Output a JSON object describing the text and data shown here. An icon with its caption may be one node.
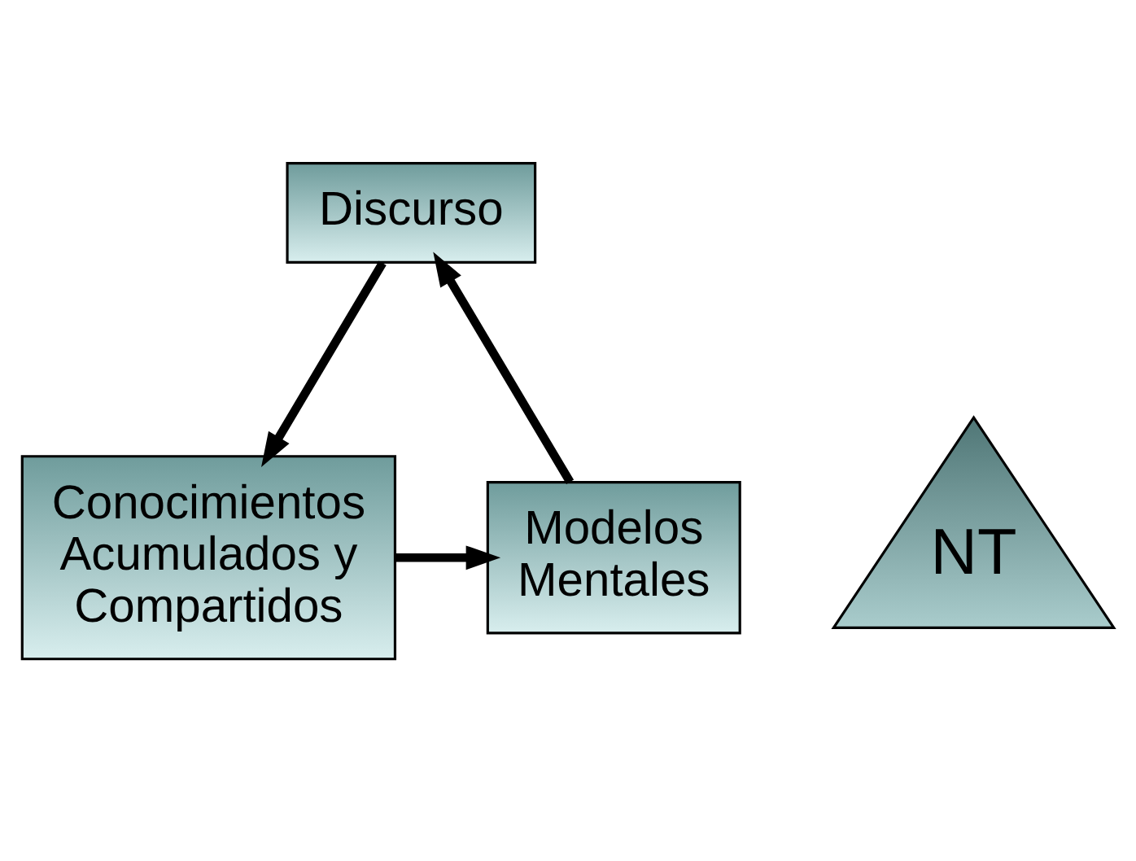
{
  "diagram": {
    "nodes": [
      {
        "text": [
          "Discurso"
        ]
      },
      {
        "text": [
          "NT"
        ]
      },
      {
        "text": [
          "Conocimientos Acumulados y Compartidos"
        ]
      },
      {
        "text": [
          "Modelos Mentales"
        ]
      }
    ],
    "edges": [
      {
        "from": 0,
        "to": 2,
        "arrow": "to"
      },
      {
        "from": 2,
        "to": 3,
        "arrow": "to"
      },
      {
        "from": 3,
        "to": 0,
        "arrow": "to"
      }
    ]
  }
}
